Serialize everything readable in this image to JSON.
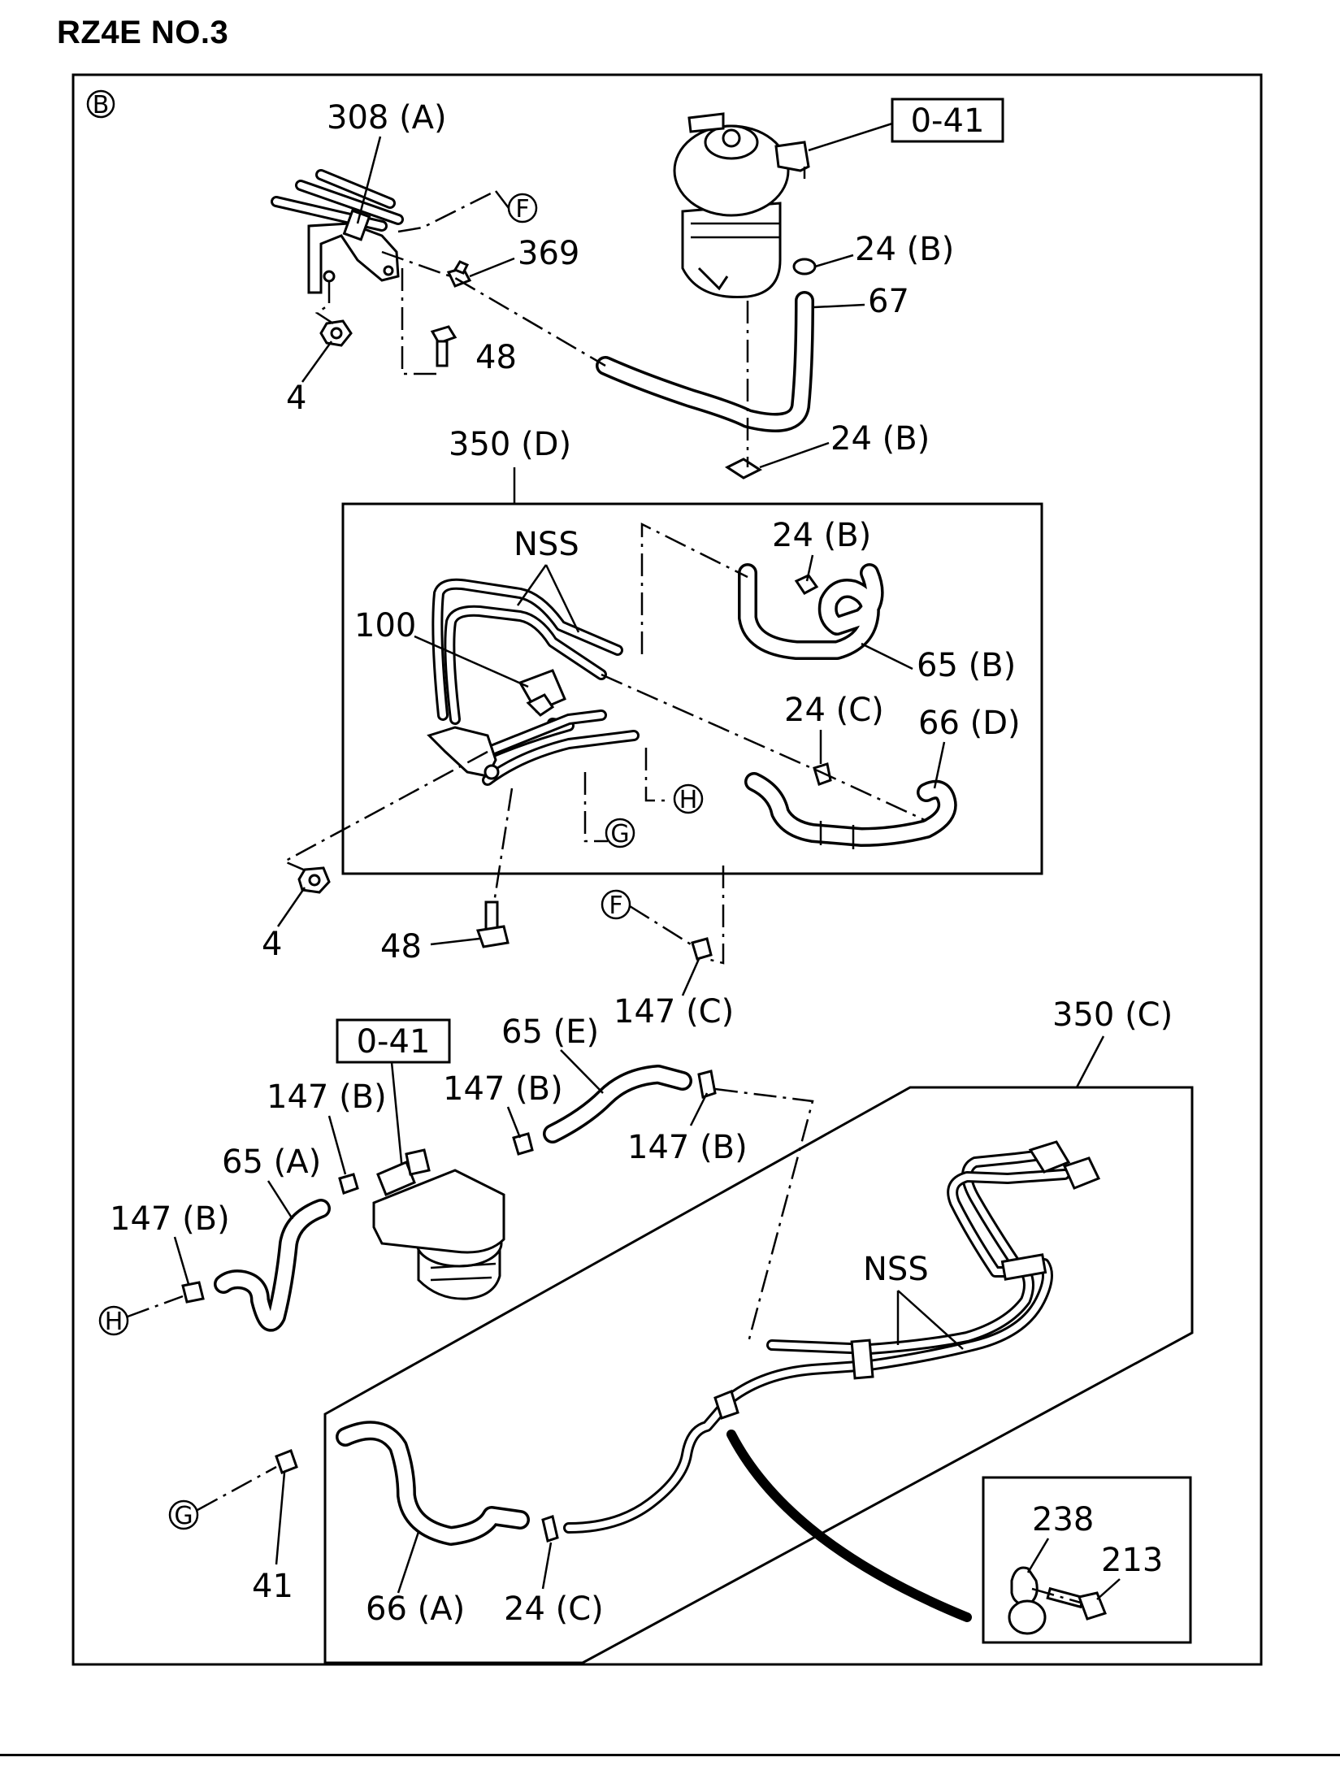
{
  "title": "RZ4E NO.3",
  "view_marker": "B",
  "ref_boxes": [
    "0-41",
    "0-41"
  ],
  "connectors": {
    "F": "F",
    "G": "G",
    "H": "H"
  },
  "labels": {
    "l308A": "308 (A)",
    "l369": "369",
    "l24B_a": "24 (B)",
    "l67": "67",
    "l48_top": "48",
    "l4_top": "4",
    "l24B_b": "24 (B)",
    "l350D": "350 (D)",
    "lNSS_top": "NSS",
    "l24B_c": "24 (B)",
    "l100": "100",
    "l65B": "65 (B)",
    "l24C_top": "24 (C)",
    "l66D": "66 (D)",
    "l4_mid": "4",
    "l48_mid": "48",
    "l147C": "147 (C)",
    "l65E": "65 (E)",
    "l147B_a": "147 (B)",
    "l147B_b": "147 (B)",
    "l147B_c": "147 (B)",
    "l65A": "65 (A)",
    "l147B_d": "147 (B)",
    "l350C": "350 (C)",
    "lNSS_bot": "NSS",
    "l41": "41",
    "l66A": "66 (A)",
    "l24C_bot": "24 (C)",
    "l238": "238",
    "l213": "213"
  }
}
